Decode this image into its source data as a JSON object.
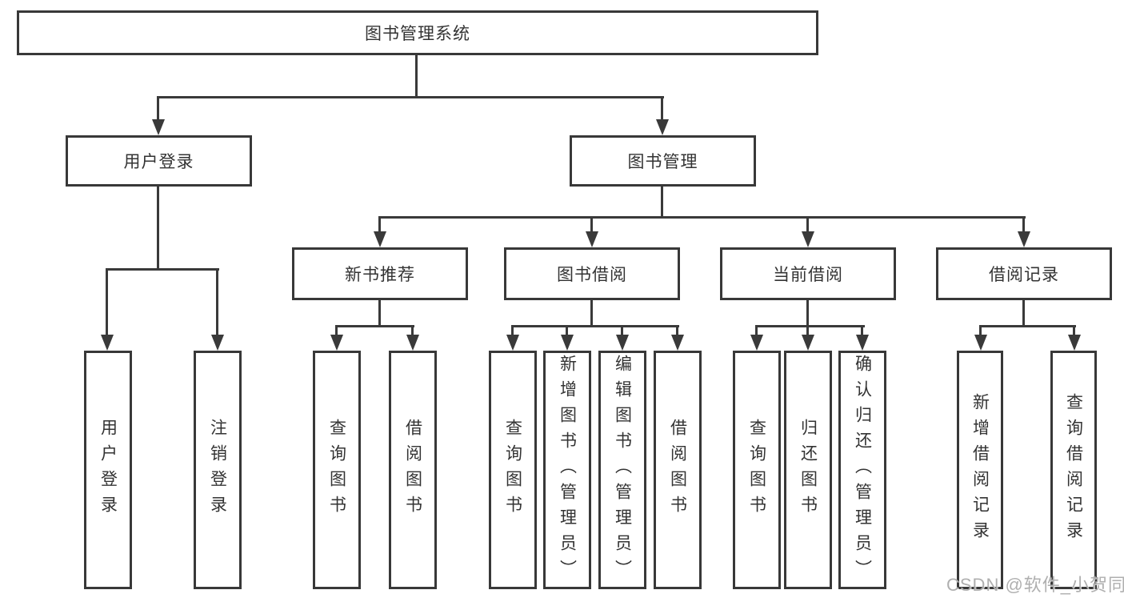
{
  "diagram": {
    "title": "图书管理系统",
    "watermark": "CSDN @软件_小贺同学",
    "level2": [
      {
        "label": "用户登录"
      },
      {
        "label": "图书管理"
      }
    ],
    "level3": [
      {
        "label": "新书推荐"
      },
      {
        "label": "图书借阅"
      },
      {
        "label": "当前借阅"
      },
      {
        "label": "借阅记录"
      }
    ],
    "leaves": [
      {
        "label": "用户登录"
      },
      {
        "label": "注销登录"
      },
      {
        "label": "查询图书"
      },
      {
        "label": "借阅图书"
      },
      {
        "label": "查询图书"
      },
      {
        "label": "新增图书（管理员）"
      },
      {
        "label": "编辑图书（管理员）"
      },
      {
        "label": "借阅图书"
      },
      {
        "label": "查询图书"
      },
      {
        "label": "归还图书"
      },
      {
        "label": "确认归还（管理员）"
      },
      {
        "label": "新增借阅记录"
      },
      {
        "label": "查询借阅记录"
      }
    ],
    "colors": {
      "line": "#3a3a3a",
      "border": "#383838",
      "text": "#333333",
      "watermark": "#a8a8a8"
    }
  }
}
